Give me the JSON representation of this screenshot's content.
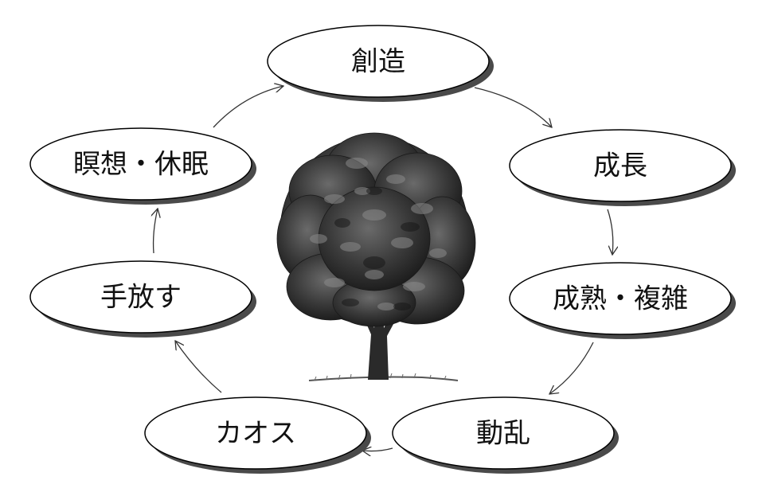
{
  "diagram": {
    "nodes": [
      {
        "id": "creation",
        "label": "創造"
      },
      {
        "id": "growth",
        "label": "成長"
      },
      {
        "id": "maturity",
        "label": "成熟・複雑"
      },
      {
        "id": "upheaval",
        "label": "動乱"
      },
      {
        "id": "chaos",
        "label": "カオス"
      },
      {
        "id": "letting_go",
        "label": "手放す"
      },
      {
        "id": "rest",
        "label": "瞑想・休眠"
      }
    ],
    "edges": [
      {
        "from": "creation",
        "to": "growth"
      },
      {
        "from": "growth",
        "to": "maturity"
      },
      {
        "from": "maturity",
        "to": "upheaval"
      },
      {
        "from": "upheaval",
        "to": "chaos"
      },
      {
        "from": "chaos",
        "to": "letting_go"
      },
      {
        "from": "letting_go",
        "to": "rest"
      },
      {
        "from": "rest",
        "to": "creation"
      }
    ],
    "center_image": "tree-illustration",
    "colors": {
      "node_fill": "#ffffff",
      "node_stroke": "#000000",
      "node_shadow": "#4a4a4a",
      "edge": "#333333",
      "tree_foliage": "#3a3a3a",
      "tree_trunk": "#2a2a2a"
    }
  }
}
